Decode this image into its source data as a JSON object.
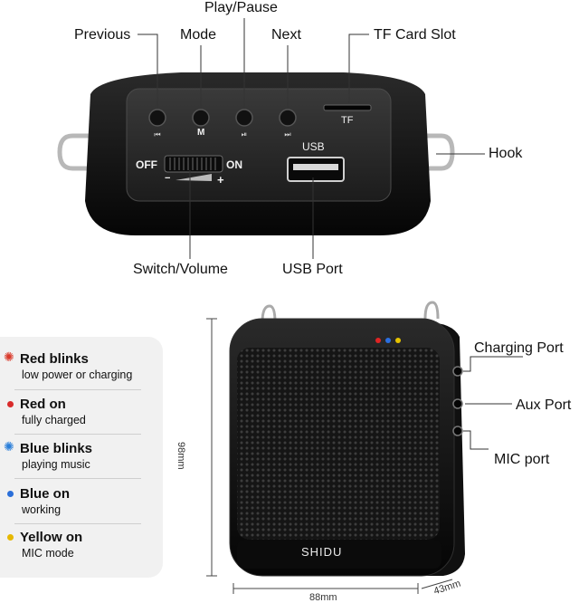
{
  "top_labels": {
    "play_pause": "Play/Pause",
    "previous": "Previous",
    "mode": "Mode",
    "next": "Next",
    "tf_card_slot": "TF Card Slot",
    "hook": "Hook",
    "switch_volume": "Switch/Volume",
    "usb_port": "USB Port"
  },
  "device_top_text": {
    "off": "OFF",
    "on": "ON",
    "usb": "USB",
    "tf": "TF",
    "mode_key": "M",
    "minus": "−",
    "plus": "+"
  },
  "side_labels": {
    "charging_port": "Charging  Port",
    "aux_port": "Aux Port",
    "mic_port": "MIC port"
  },
  "brand": "SHIDU",
  "dimensions": {
    "height": "98mm",
    "width": "88mm",
    "depth": "43mm"
  },
  "legend": [
    {
      "title": "Red blinks",
      "desc": "low power or charging",
      "color": "#d93a2b",
      "style": "blink"
    },
    {
      "title": "Red on",
      "desc": "fully charged",
      "color": "#d92b2b",
      "style": "on"
    },
    {
      "title": "Blue blinks",
      "desc": "playing music",
      "color": "#2b7fd9",
      "style": "blink"
    },
    {
      "title": "Blue on",
      "desc": "working",
      "color": "#2b6fd9",
      "style": "on"
    },
    {
      "title": "Yellow on",
      "desc": "MIC mode",
      "color": "#e6b800",
      "style": "on"
    }
  ],
  "led_colors": [
    "#e02424",
    "#2b6fe0",
    "#e6c300"
  ]
}
